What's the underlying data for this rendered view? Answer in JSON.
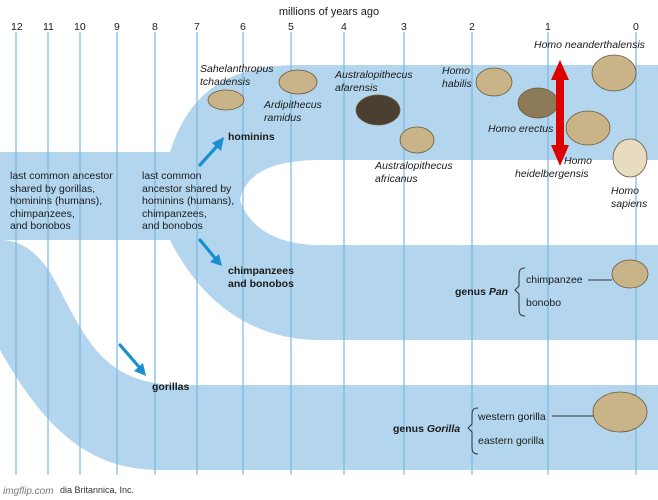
{
  "axis": {
    "title": "millions of years ago",
    "ticks": [
      "12",
      "11",
      "10",
      "9",
      "8",
      "7",
      "6",
      "5",
      "4",
      "3",
      "2",
      "1",
      "0"
    ]
  },
  "labels": {
    "lca_all": [
      "last common ancestor",
      "shared by gorillas,",
      "hominins (humans),",
      "chimpanzees,",
      "and bonobos"
    ],
    "lca_pan": [
      "last common",
      "ancestor shared by",
      "hominins (humans),",
      "chimpanzees,",
      "and bonobos"
    ],
    "hominins": "hominins",
    "chimps_bonobos": [
      "chimpanzees",
      "and bonobos"
    ],
    "gorillas": "gorillas",
    "genus_pan_prefix": "genus ",
    "genus_pan_name": "Pan",
    "chimpanzee": "chimpanzee",
    "bonobo": "bonobo",
    "genus_gorilla_prefix": "genus ",
    "genus_gorilla_name": "Gorilla",
    "western_gorilla": "western gorilla",
    "eastern_gorilla": "eastern gorilla"
  },
  "species": {
    "sahelanthropus": [
      "Sahelanthropus",
      "tchadensis"
    ],
    "ardipithecus": [
      "Ardipithecus",
      "ramidus"
    ],
    "afarensis": [
      "Australopithecus",
      "afarensis"
    ],
    "africanus": [
      "Australopithecus",
      "africanus"
    ],
    "habilis": [
      "Homo",
      "habilis"
    ],
    "erectus": "Homo erectus",
    "neanderthalensis": "Homo neanderthalensis",
    "heidelbergensis": [
      "Homo",
      "heidelbergensis"
    ],
    "sapiens": [
      "Homo",
      "sapiens"
    ]
  },
  "credit": "dia Britannica, Inc.",
  "watermark": "imgflip.com",
  "colors": {
    "band": "#b3d6ee",
    "gridline": "#7ab8e0",
    "arrow": "#1a8fd0",
    "marker": "#dd0000",
    "skull": "#c9b48a"
  }
}
